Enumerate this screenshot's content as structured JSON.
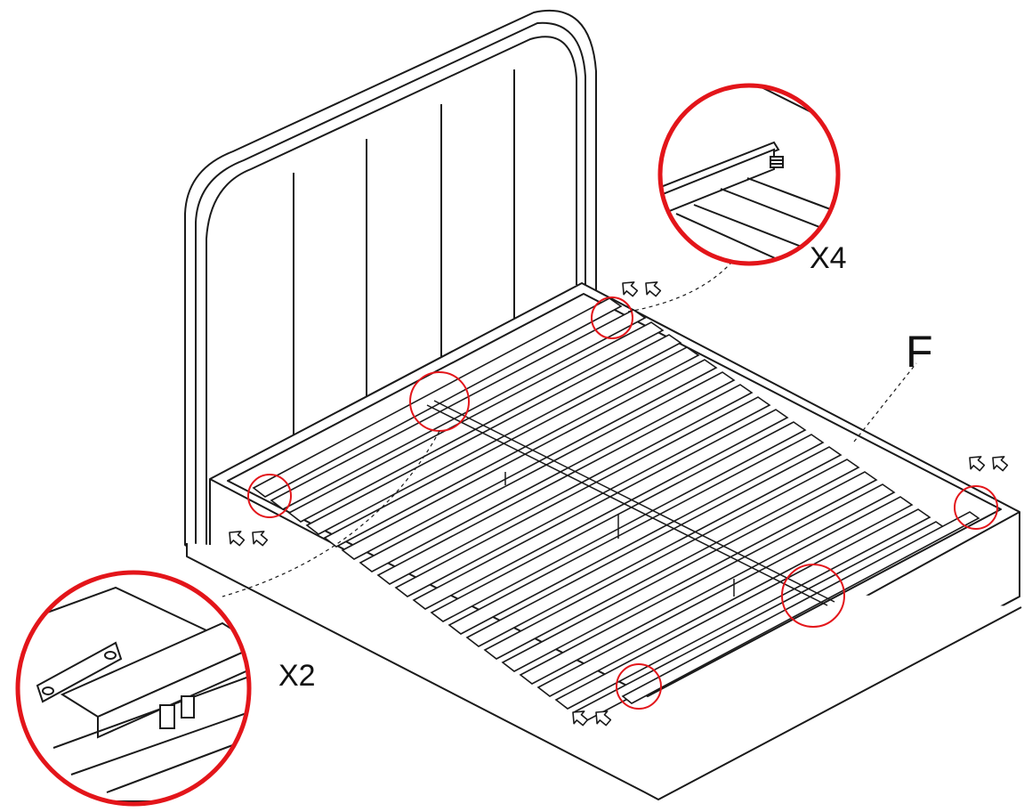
{
  "labels": {
    "part": "F",
    "top_detail_qty": "X4",
    "bottom_detail_qty": "X2"
  },
  "colors": {
    "line": "#1a1a1a",
    "highlight": "#e3151a",
    "background": "#ffffff"
  },
  "icons": [
    "push-arrows-icon",
    "bolt-icon",
    "bracket-icon"
  ]
}
